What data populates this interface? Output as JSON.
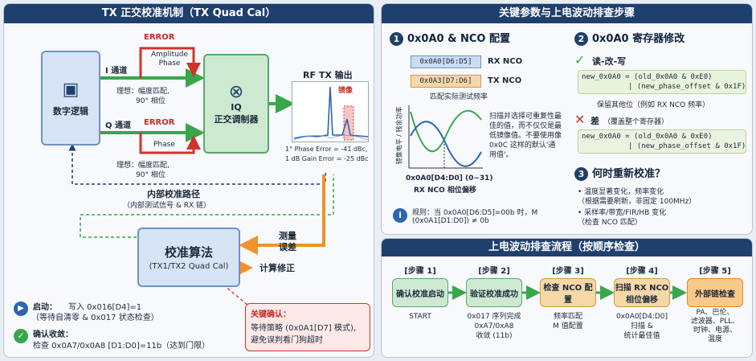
{
  "left": {
    "title": "TX 正交校准机制（TX Quad Cal）",
    "digital_logic": "数字逻辑",
    "i_channel": "I 通道",
    "q_channel": "Q 通道",
    "error_top": "ERROR",
    "error_bottom": "ERROR",
    "amplitude_phase": "Amplitude Phase",
    "phase": "Phase",
    "ideal_top_1": "理想：幅度匹配,",
    "ideal_top_2": "90° 相位",
    "ideal_bottom_1": "理想：幅度匹配,",
    "ideal_bottom_2": "90° 相位",
    "iq_line1": "IQ",
    "iq_line2": "正交调制器",
    "rf_out": "RF TX 输出",
    "image": "镜像",
    "phase_err": "1° Phase Error = -41 dBc,",
    "gain_err": "1 dB Gain Error = -25 dBc",
    "internal_path": "内部校准路径",
    "internal_path_sub": "（内部测试信号 & RX 链）",
    "algo_title": "校准算法",
    "algo_sub": "(TX1/TX2 Quad Cal)",
    "measure_1": "测量",
    "measure_2": "误差",
    "compute": "计算修正",
    "start_label": "启动：",
    "start_text": "写入 0x016[D4]=1",
    "start_text2": "（等待自清零 & 0x017 状态检查）",
    "confirm_label": "确认收敛：",
    "confirm_text": "检查 0x0A7/0x0A8 [D1:D0]=11b（达到门限）",
    "key_title": "关键确认：",
    "key_text1": "等待策略 (0x0A1[D7] 模式),",
    "key_text2": "避免误判看门狗超时"
  },
  "right": {
    "title": "关键参数与上电波动排查步骤",
    "s1": {
      "num": "1",
      "title": "0x0A0 & NCO 配置",
      "reg1": "0x0A0[D6:D5]",
      "reg1_label": "RX NCO",
      "reg2": "0x0A3[D7:D6]",
      "reg2_label": "TX NCO",
      "match": "匹配实际测试频率",
      "ylabel": "镜像电平 / 残余功率",
      "xlabel1": "0x0A0[D4:D0] (0~31)",
      "xlabel2": "RX NCO 相位偏移",
      "note": "扫描并选择可重复性最佳的值，而不仅仅是最低镜像值。不要使用像 0x0C 这样的默认'通用值'。",
      "rule1": "规则：当 0x0A0[D6:D5]=00b 时，M",
      "rule2": "(0x0A1[D1:D0]) ≠ 0b"
    },
    "s2": {
      "num": "2",
      "title": "0x0A0 寄存器修改",
      "rmw": "读-改-写",
      "code1a": "new_0x0A0 = (old_0x0A0 & 0xE0)",
      "code1b": "| (new_phase_offset & 0x1F)",
      "keep": "保留其他位（例如 RX NCO 频率）",
      "bad": "差",
      "bad_sub": "（覆盖整个寄存器）",
      "code2a": "new_0x0A0 = (old_0x0A0 & 0xE0)",
      "code2b": "| (new_phase_offset & 0x1F)"
    },
    "s3": {
      "num": "3",
      "title": "何时重新校准？",
      "b1": "• 温度显著变化，频率变化",
      "b1s": "（根据需要刷新，非固定 100MHz）",
      "b2": "• 采样率/带宽/FIR/HB 变化",
      "b2s": "（检查 NCO 匹配）"
    },
    "flow": {
      "title": "上电波动排查流程（按顺序检查）",
      "steps": [
        {
          "label": "[步骤 1]",
          "box": "确认校准启动",
          "desc": "START"
        },
        {
          "label": "[步骤 2]",
          "box": "验证校准成功",
          "desc": "0x017 序列完成\n0xA7/0xA8\n收敛 (11b)"
        },
        {
          "label": "[步骤 3]",
          "box": "检查 NCO 配置",
          "desc": "频率匹配\nM 值配置"
        },
        {
          "label": "[步骤 4]",
          "box": "扫描 RX NCO 相位偏移",
          "desc": "0x0A0[D4:D0]\n扫描 &\n统计最佳值"
        },
        {
          "label": "[步骤 5]",
          "box": "外部链检查",
          "desc": "PA、巴伦、\n滤波器、PLL、\n时钟、电源、\n温度"
        }
      ]
    }
  },
  "colors": {
    "navy": "#1f3f6d",
    "green": "#3aa64a",
    "red": "#d0342c",
    "orange": "#f0922b",
    "blue": "#4a7bd0"
  }
}
